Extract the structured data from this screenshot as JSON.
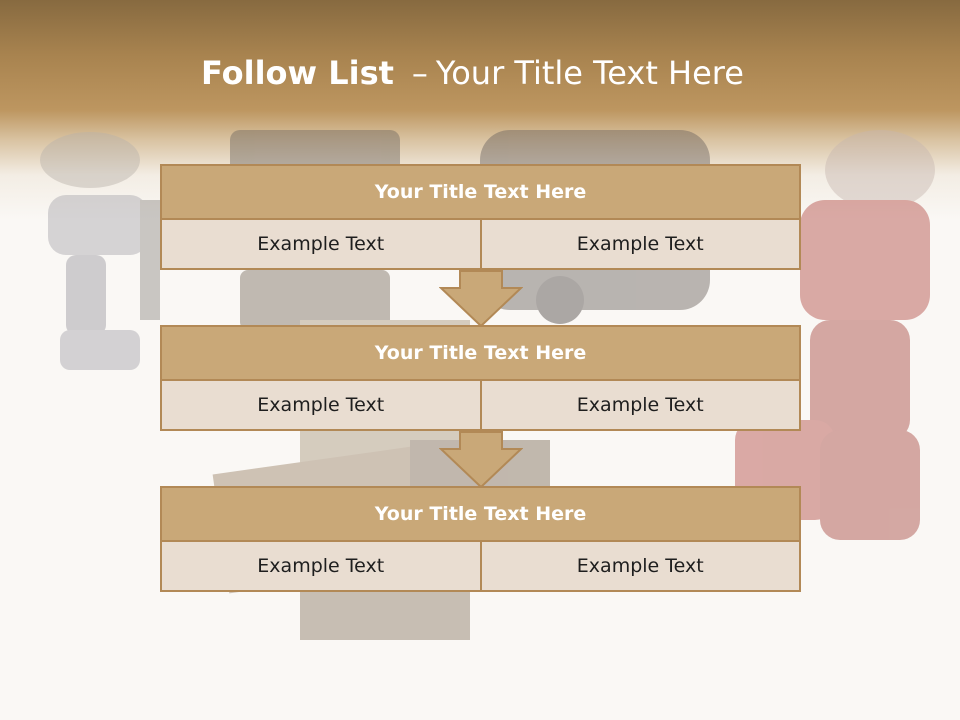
{
  "slide": {
    "title_bold": "Follow List",
    "title_dash": "–",
    "title_rest": "Your Title Text Here"
  },
  "blocks": [
    {
      "title": "Your Title Text Here",
      "left": "Example Text",
      "right": "Example Text"
    },
    {
      "title": "Your Title Text Here",
      "left": "Example Text",
      "right": "Example Text"
    },
    {
      "title": "Your Title Text Here",
      "left": "Example Text",
      "right": "Example Text"
    }
  ],
  "colors": {
    "header_band": "#a8834f",
    "block_title_fill": "#c9a878",
    "block_border": "#b28956",
    "cell_fill": "#e9ddd1",
    "arrow_fill": "#c9a878"
  },
  "background_image": "faded-robots-moving-boxes"
}
